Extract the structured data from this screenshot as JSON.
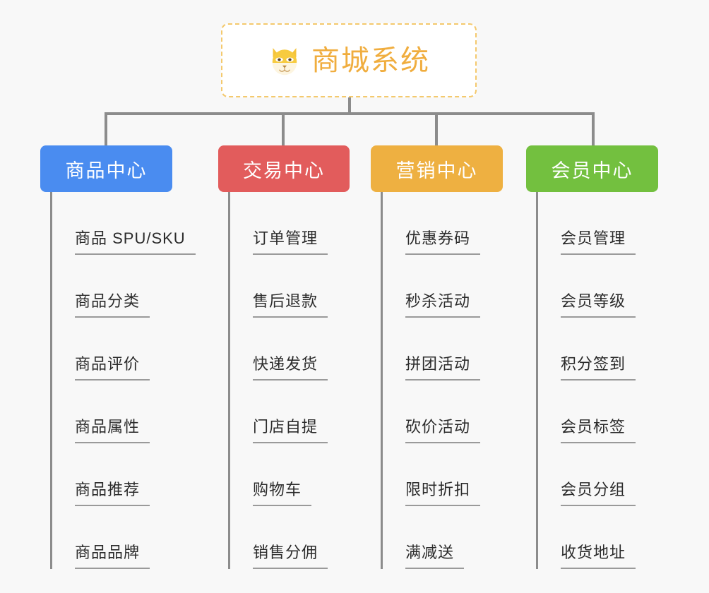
{
  "background_color": "#f8f8f8",
  "root": {
    "title": "商城系统",
    "icon": "shiba-dog-icon",
    "text_color": "#f0ad3e",
    "border_color": "#f4c96d"
  },
  "connector_color": "#8c8c8c",
  "columns": [
    {
      "label": "商品中心",
      "color": "#4a8cf0",
      "items": [
        "商品 SPU/SKU",
        "商品分类",
        "商品评价",
        "商品属性",
        "商品推荐",
        "商品品牌"
      ]
    },
    {
      "label": "交易中心",
      "color": "#e25c5c",
      "items": [
        "订单管理",
        "售后退款",
        "快递发货",
        "门店自提",
        "购物车",
        "销售分佣"
      ]
    },
    {
      "label": "营销中心",
      "color": "#eeb041",
      "items": [
        "优惠券码",
        "秒杀活动",
        "拼团活动",
        "砍价活动",
        "限时折扣",
        "满减送"
      ]
    },
    {
      "label": "会员中心",
      "color": "#73c03f",
      "items": [
        "会员管理",
        "会员等级",
        "积分签到",
        "会员标签",
        "会员分组",
        "收货地址"
      ]
    }
  ]
}
